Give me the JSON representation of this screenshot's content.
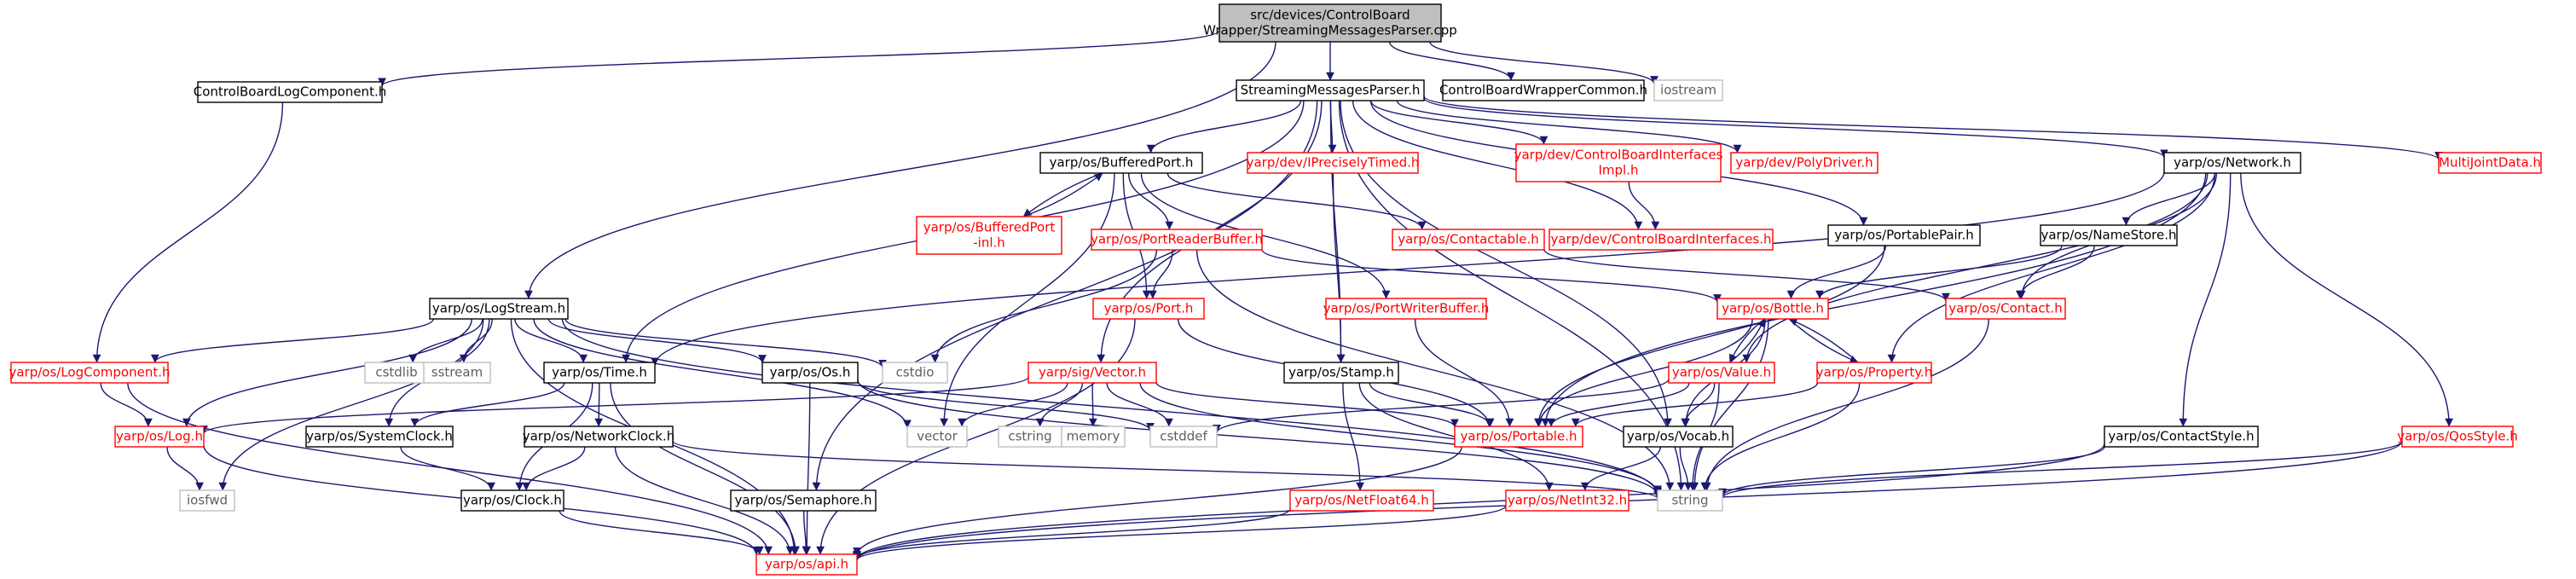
{
  "nodes": [
    {
      "id": "root",
      "lines": [
        "src/devices/ControlBoard",
        "Wrapper/StreamingMessagesParser.cpp"
      ],
      "style": "root"
    },
    {
      "id": "clogc",
      "lines": [
        "ControlBoardLogComponent.h"
      ],
      "style": "black"
    },
    {
      "id": "smp",
      "lines": [
        "StreamingMessagesParser.h"
      ],
      "style": "black"
    },
    {
      "id": "cbwc",
      "lines": [
        "ControlBoardWrapperCommon.h"
      ],
      "style": "black"
    },
    {
      "id": "iostream",
      "lines": [
        "iostream"
      ],
      "style": "gray"
    },
    {
      "id": "logstream",
      "lines": [
        "yarp/os/LogStream.h"
      ],
      "style": "black"
    },
    {
      "id": "bufport",
      "lines": [
        "yarp/os/BufferedPort.h"
      ],
      "style": "black"
    },
    {
      "id": "iprecisely",
      "lines": [
        "yarp/dev/IPreciselyTimed.h"
      ],
      "style": "red"
    },
    {
      "id": "cbii",
      "lines": [
        "yarp/dev/ControlBoardInterfaces",
        "Impl.h"
      ],
      "style": "red"
    },
    {
      "id": "polydriver",
      "lines": [
        "yarp/dev/PolyDriver.h"
      ],
      "style": "red"
    },
    {
      "id": "network",
      "lines": [
        "yarp/os/Network.h"
      ],
      "style": "black"
    },
    {
      "id": "multijoint",
      "lines": [
        "MultiJointData.h"
      ],
      "style": "red"
    },
    {
      "id": "bufportinl",
      "lines": [
        "yarp/os/BufferedPort",
        "-inl.h"
      ],
      "style": "red"
    },
    {
      "id": "prb",
      "lines": [
        "yarp/os/PortReaderBuffer.h"
      ],
      "style": "red"
    },
    {
      "id": "contactable",
      "lines": [
        "yarp/os/Contactable.h"
      ],
      "style": "red"
    },
    {
      "id": "cbi",
      "lines": [
        "yarp/dev/ControlBoardInterfaces.h"
      ],
      "style": "red"
    },
    {
      "id": "portablepair",
      "lines": [
        "yarp/os/PortablePair.h"
      ],
      "style": "black"
    },
    {
      "id": "namestore",
      "lines": [
        "yarp/os/NameStore.h"
      ],
      "style": "black"
    },
    {
      "id": "port",
      "lines": [
        "yarp/os/Port.h"
      ],
      "style": "red"
    },
    {
      "id": "pwb",
      "lines": [
        "yarp/os/PortWriterBuffer.h"
      ],
      "style": "red"
    },
    {
      "id": "bottle",
      "lines": [
        "yarp/os/Bottle.h"
      ],
      "style": "red"
    },
    {
      "id": "contact",
      "lines": [
        "yarp/os/Contact.h"
      ],
      "style": "red"
    },
    {
      "id": "logcomp",
      "lines": [
        "yarp/os/LogComponent.h"
      ],
      "style": "red"
    },
    {
      "id": "cstdlib",
      "lines": [
        "cstdlib"
      ],
      "style": "gray"
    },
    {
      "id": "sstream",
      "lines": [
        "sstream"
      ],
      "style": "gray"
    },
    {
      "id": "time",
      "lines": [
        "yarp/os/Time.h"
      ],
      "style": "black"
    },
    {
      "id": "os",
      "lines": [
        "yarp/os/Os.h"
      ],
      "style": "black"
    },
    {
      "id": "cstdio",
      "lines": [
        "cstdio"
      ],
      "style": "gray"
    },
    {
      "id": "sigvector",
      "lines": [
        "yarp/sig/Vector.h"
      ],
      "style": "red"
    },
    {
      "id": "stamp",
      "lines": [
        "yarp/os/Stamp.h"
      ],
      "style": "black"
    },
    {
      "id": "value",
      "lines": [
        "yarp/os/Value.h"
      ],
      "style": "red"
    },
    {
      "id": "property",
      "lines": [
        "yarp/os/Property.h"
      ],
      "style": "red"
    },
    {
      "id": "log",
      "lines": [
        "yarp/os/Log.h"
      ],
      "style": "red"
    },
    {
      "id": "sysclock",
      "lines": [
        "yarp/os/SystemClock.h"
      ],
      "style": "black"
    },
    {
      "id": "netclock",
      "lines": [
        "yarp/os/NetworkClock.h"
      ],
      "style": "black"
    },
    {
      "id": "vector",
      "lines": [
        "vector"
      ],
      "style": "gray"
    },
    {
      "id": "cstring",
      "lines": [
        "cstring"
      ],
      "style": "gray"
    },
    {
      "id": "memory",
      "lines": [
        "memory"
      ],
      "style": "gray"
    },
    {
      "id": "cstddef",
      "lines": [
        "cstddef"
      ],
      "style": "gray"
    },
    {
      "id": "portable",
      "lines": [
        "yarp/os/Portable.h"
      ],
      "style": "red"
    },
    {
      "id": "vocab",
      "lines": [
        "yarp/os/Vocab.h"
      ],
      "style": "black"
    },
    {
      "id": "contactstyle",
      "lines": [
        "yarp/os/ContactStyle.h"
      ],
      "style": "black"
    },
    {
      "id": "qosstyle",
      "lines": [
        "yarp/os/QosStyle.h"
      ],
      "style": "red"
    },
    {
      "id": "iosfwd",
      "lines": [
        "iosfwd"
      ],
      "style": "gray"
    },
    {
      "id": "clock",
      "lines": [
        "yarp/os/Clock.h"
      ],
      "style": "black"
    },
    {
      "id": "string",
      "lines": [
        "string"
      ],
      "style": "gray"
    },
    {
      "id": "semaphore",
      "lines": [
        "yarp/os/Semaphore.h"
      ],
      "style": "black"
    },
    {
      "id": "netfloat",
      "lines": [
        "yarp/os/NetFloat64.h"
      ],
      "style": "red"
    },
    {
      "id": "netint",
      "lines": [
        "yarp/os/NetInt32.h"
      ],
      "style": "red"
    },
    {
      "id": "api",
      "lines": [
        "yarp/os/api.h"
      ],
      "style": "red"
    }
  ],
  "edges": [
    [
      "root",
      "clogc"
    ],
    [
      "root",
      "smp"
    ],
    [
      "root",
      "cbwc"
    ],
    [
      "root",
      "iostream"
    ],
    [
      "root",
      "logstream"
    ],
    [
      "clogc",
      "logcomp"
    ],
    [
      "smp",
      "bufport"
    ],
    [
      "smp",
      "iprecisely"
    ],
    [
      "smp",
      "cbii"
    ],
    [
      "smp",
      "polydriver"
    ],
    [
      "smp",
      "network"
    ],
    [
      "smp",
      "multijoint"
    ],
    [
      "smp",
      "cbi"
    ],
    [
      "smp",
      "portablepair"
    ],
    [
      "smp",
      "time"
    ],
    [
      "smp",
      "sigvector"
    ],
    [
      "smp",
      "stamp"
    ],
    [
      "smp",
      "semaphore"
    ],
    [
      "smp",
      "vocab"
    ],
    [
      "smp",
      "string"
    ],
    [
      "bufport",
      "bufportinl"
    ],
    [
      "bufportinl",
      "bufport"
    ],
    [
      "bufport",
      "prb"
    ],
    [
      "bufport",
      "contactable"
    ],
    [
      "bufport",
      "port"
    ],
    [
      "bufport",
      "pwb"
    ],
    [
      "bufport",
      "vector"
    ],
    [
      "iprecisely",
      "stamp"
    ],
    [
      "cbii",
      "cbi"
    ],
    [
      "network",
      "namestore"
    ],
    [
      "network",
      "contact"
    ],
    [
      "network",
      "value"
    ],
    [
      "network",
      "property"
    ],
    [
      "network",
      "contactstyle"
    ],
    [
      "network",
      "qosstyle"
    ],
    [
      "network",
      "portable"
    ],
    [
      "network",
      "time"
    ],
    [
      "prb",
      "port"
    ],
    [
      "prb",
      "bottle"
    ],
    [
      "prb",
      "cstdio"
    ],
    [
      "prb",
      "string"
    ],
    [
      "contactable",
      "contact"
    ],
    [
      "portablepair",
      "bottle"
    ],
    [
      "portablepair",
      "portable"
    ],
    [
      "namestore",
      "contact"
    ],
    [
      "namestore",
      "bottle"
    ],
    [
      "port",
      "portable"
    ],
    [
      "port",
      "api"
    ],
    [
      "pwb",
      "portable"
    ],
    [
      "bottle",
      "value"
    ],
    [
      "value",
      "bottle"
    ],
    [
      "bottle",
      "property"
    ],
    [
      "property",
      "bottle"
    ],
    [
      "bottle",
      "portable"
    ],
    [
      "bottle",
      "vocab"
    ],
    [
      "bottle",
      "string"
    ],
    [
      "contact",
      "string"
    ],
    [
      "logstream",
      "logcomp"
    ],
    [
      "logstream",
      "cstdlib"
    ],
    [
      "logstream",
      "sstream"
    ],
    [
      "logstream",
      "time"
    ],
    [
      "logstream",
      "os"
    ],
    [
      "logstream",
      "cstdio"
    ],
    [
      "logstream",
      "log"
    ],
    [
      "logstream",
      "iosfwd"
    ],
    [
      "logstream",
      "sysclock"
    ],
    [
      "logstream",
      "vector"
    ],
    [
      "logstream",
      "string"
    ],
    [
      "logstream",
      "api"
    ],
    [
      "logcomp",
      "log"
    ],
    [
      "logcomp",
      "api"
    ],
    [
      "time",
      "sysclock"
    ],
    [
      "time",
      "netclock"
    ],
    [
      "time",
      "clock"
    ],
    [
      "time",
      "api"
    ],
    [
      "os",
      "cstddef"
    ],
    [
      "os",
      "api"
    ],
    [
      "os",
      "string"
    ],
    [
      "sigvector",
      "log"
    ],
    [
      "sigvector",
      "vector"
    ],
    [
      "sigvector",
      "cstring"
    ],
    [
      "sigvector",
      "memory"
    ],
    [
      "sigvector",
      "cstddef"
    ],
    [
      "sigvector",
      "portable"
    ],
    [
      "sigvector",
      "string"
    ],
    [
      "stamp",
      "portable"
    ],
    [
      "stamp",
      "netfloat"
    ],
    [
      "stamp",
      "netint"
    ],
    [
      "value",
      "portable"
    ],
    [
      "value",
      "vocab"
    ],
    [
      "value",
      "string"
    ],
    [
      "value",
      "cstddef"
    ],
    [
      "property",
      "portable"
    ],
    [
      "property",
      "string"
    ],
    [
      "log",
      "iosfwd"
    ],
    [
      "log",
      "api"
    ],
    [
      "sysclock",
      "clock"
    ],
    [
      "netclock",
      "clock"
    ],
    [
      "netclock",
      "api"
    ],
    [
      "netclock",
      "string"
    ],
    [
      "portable",
      "api"
    ],
    [
      "vocab",
      "string"
    ],
    [
      "vocab",
      "netint"
    ],
    [
      "contactstyle",
      "string"
    ],
    [
      "contactstyle",
      "api"
    ],
    [
      "qosstyle",
      "string"
    ],
    [
      "qosstyle",
      "api"
    ],
    [
      "clock",
      "api"
    ],
    [
      "semaphore",
      "api"
    ],
    [
      "netfloat",
      "api"
    ],
    [
      "netint",
      "api"
    ]
  ]
}
